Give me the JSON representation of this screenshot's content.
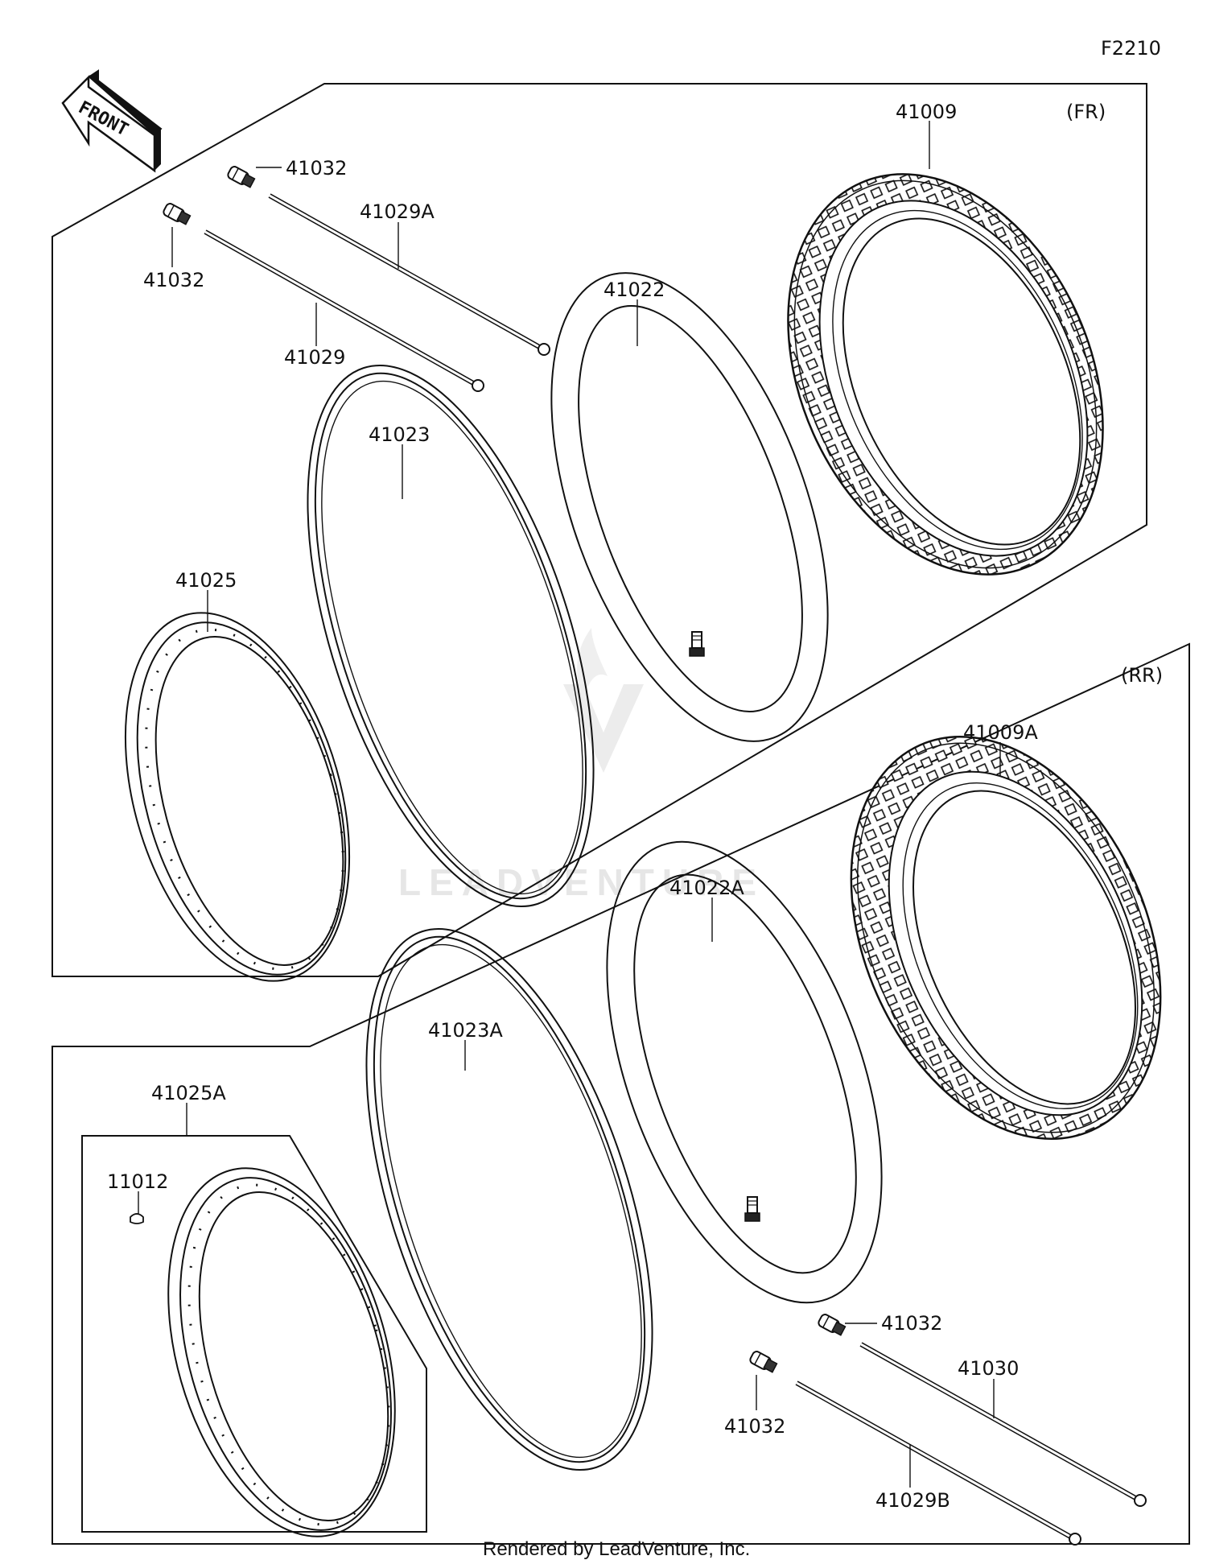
{
  "figure_id": "F2210",
  "front_arrow_label": "FRONT",
  "watermark": "LEADVENTURE",
  "footer": "Rendered by LeadVenture, Inc.",
  "sections": {
    "front": {
      "tag": "(FR)",
      "labels": {
        "tire": "41009",
        "spoke_nipple_upper": "41032",
        "spoke_nipple_lower": "41032",
        "spoke_a": "41029A",
        "spoke": "41029",
        "tube": "41022",
        "rim_band": "41023",
        "rim": "41025"
      }
    },
    "rear": {
      "tag": "(RR)",
      "labels": {
        "tire": "41009A",
        "tube": "41022A",
        "rim_band": "41023A",
        "rim": "41025A",
        "plug": "11012",
        "spoke_nipple_upper": "41032",
        "spoke_nipple_lower": "41032",
        "spoke_long": "41030",
        "spoke_b": "41029B"
      }
    }
  },
  "icons": {
    "front_arrow": "front-direction-arrow-icon",
    "valve": "valve-stem-icon",
    "nipple": "spoke-nipple-icon"
  }
}
